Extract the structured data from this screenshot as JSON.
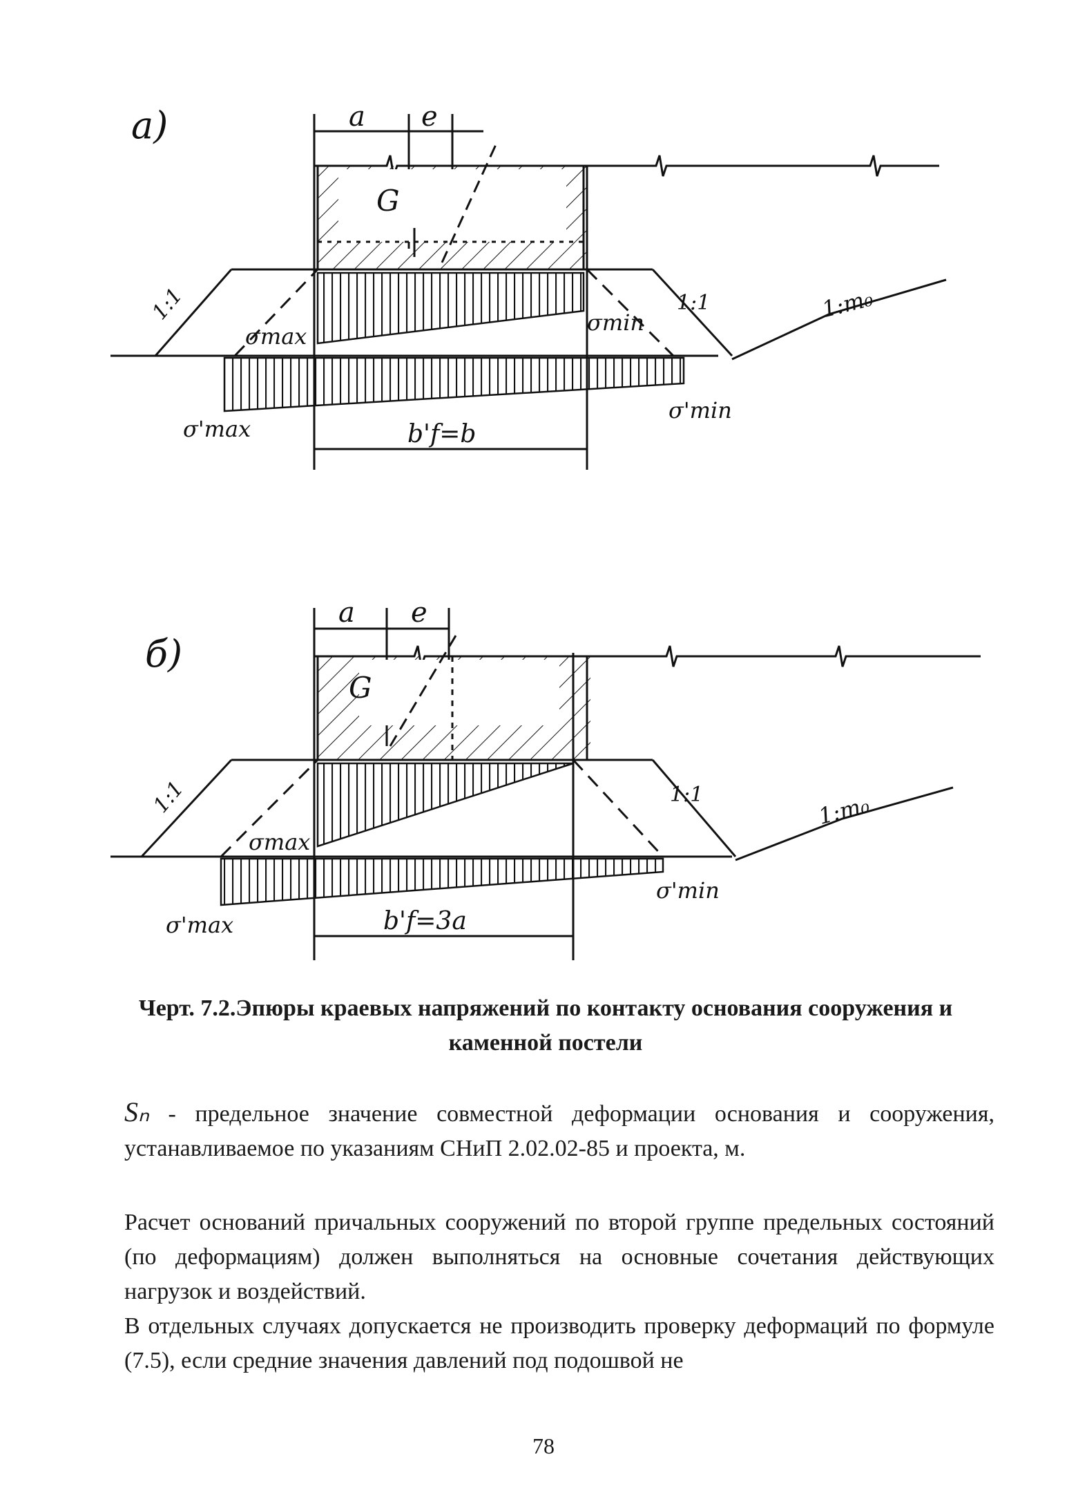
{
  "figure": {
    "panel_a": {
      "label": "а)",
      "dim_a": "a",
      "dim_e": "e",
      "load": "G",
      "slope_left": "1:1",
      "slope_right": "1:1",
      "slope_far": "1:m₀",
      "sigma_max": "σmax",
      "sigma_min": "σmin",
      "sigma_max_prime": "σ'max",
      "sigma_min_prime": "σ'min",
      "width": "b'f=b"
    },
    "panel_b": {
      "label": "б)",
      "dim_a": "a",
      "dim_e": "e",
      "load": "G",
      "slope_left": "1:1",
      "slope_right": "1:1",
      "slope_far": "1:m₀",
      "sigma_max": "σmax",
      "sigma_max_prime": "σ'max",
      "sigma_min_prime": "σ'min",
      "width": "b'f=3a"
    }
  },
  "caption": "Черт. 7.2.Эпюры краевых напряжений по контакту основания сооружения и каменной постели",
  "paragraphs": {
    "symbol": "Sₙ",
    "definition": " - предельное значение совместной деформации основания и сооружения, устанавливаемое по указаниям СНиП 2.02.02-85 и проекта, м.",
    "p1": "Расчет оснований причальных сооружений по второй группе предельных состояний (по деформациям) должен выполняться на основные сочетания действующих нагрузок и воздействий.",
    "p2": "В отдельных случаях допускается не производить проверку деформаций по формуле (7.5), если средние значения давлений под подошвой не"
  },
  "page_number": "78"
}
